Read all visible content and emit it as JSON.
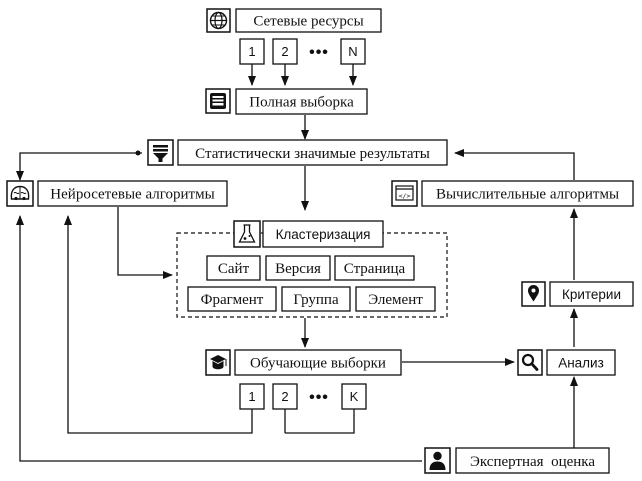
{
  "nodes": {
    "network_resources": "Сетевые ресурсы",
    "full_sample": "Полная выборка",
    "stat_results": "Статистически значимые результаты",
    "neural_algorithms": "Нейросетевые алгоритмы",
    "computational_algorithms": "Вычислительные алгоритмы",
    "clustering": "Кластеризация",
    "criteria": "Критерии",
    "training_samples": "Обучающие выборки",
    "analysis": "Анализ",
    "expert_evaluation": "Экспертная  оценка"
  },
  "cluster_items": [
    "Сайт",
    "Версия",
    "Страница",
    "Фрагмент",
    "Группа",
    "Элемент"
  ],
  "resource_indices": [
    "1",
    "2",
    "N"
  ],
  "sample_indices": [
    "1",
    "2",
    "K"
  ],
  "ellipsis": "•••",
  "icons": {
    "network_resources": "globe-icon",
    "full_sample": "inbox-tray-icon",
    "stat_results": "filter-funnel-icon",
    "neural_algorithms": "brain-icon",
    "computational_algorithms": "code-window-icon",
    "clustering": "flask-icon",
    "criteria": "map-pin-icon",
    "training_samples": "graduation-cap-icon",
    "analysis": "magnifier-icon",
    "expert_evaluation": "user-icon"
  }
}
